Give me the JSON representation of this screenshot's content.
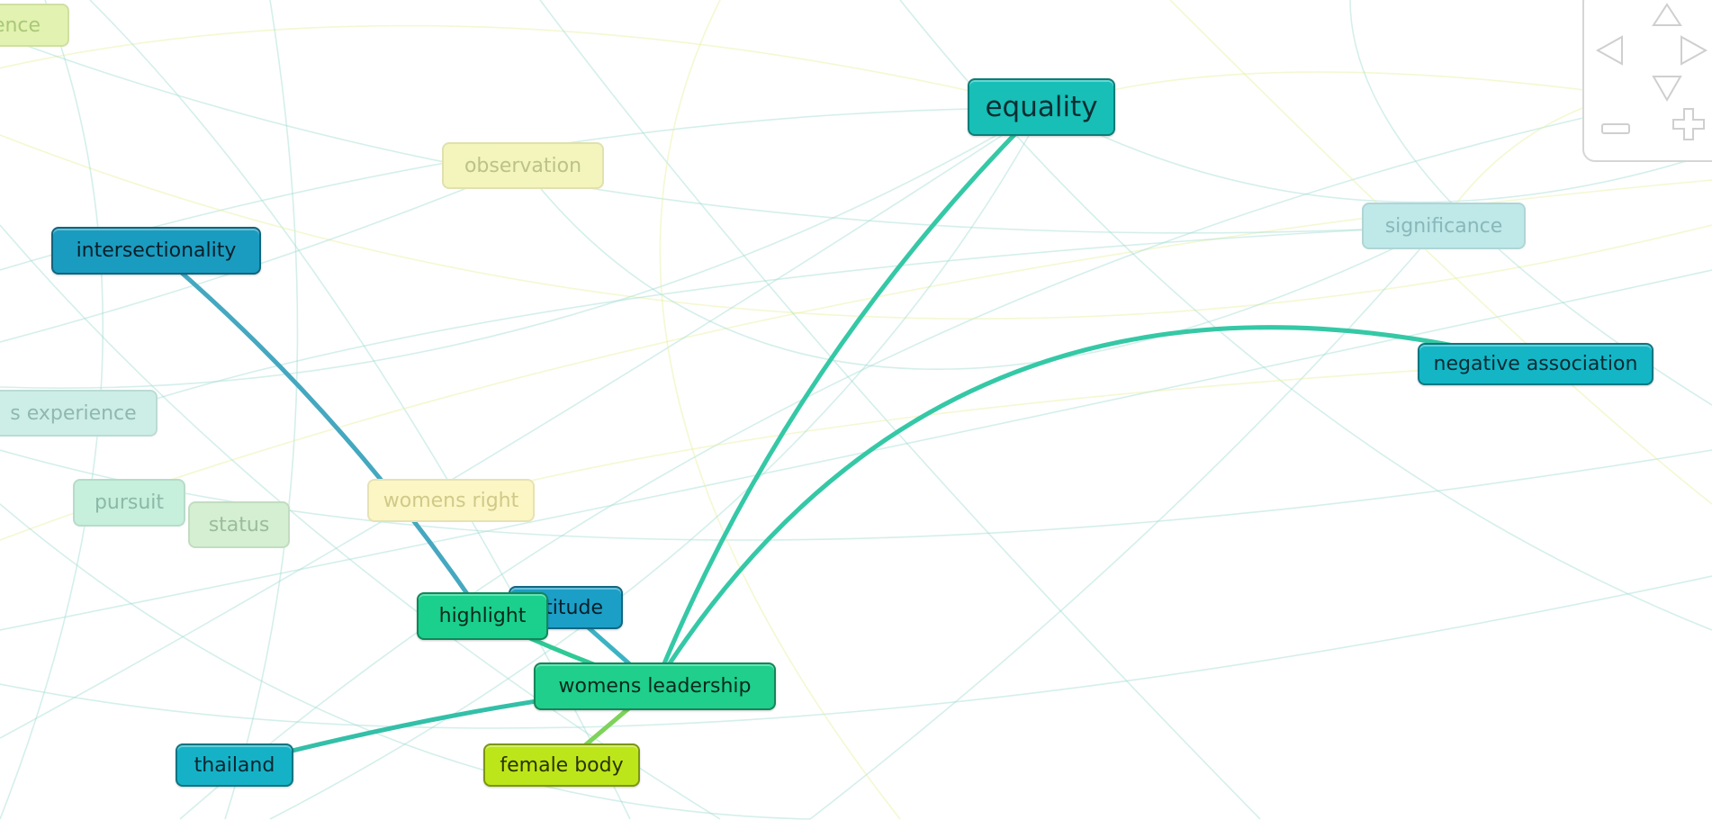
{
  "nodes": [
    {
      "id": "ence",
      "label": "ence",
      "color": "#e2f2b0",
      "text_color": "#a9c878",
      "faded": true
    },
    {
      "id": "observation",
      "label": "observation",
      "color": "#f3f5bd",
      "text_color": "#bcc386",
      "faded": true
    },
    {
      "id": "equality",
      "label": "equality",
      "color": "#17bfb7",
      "text_color": "#0d2e33",
      "faded": false
    },
    {
      "id": "intersectionality",
      "label": "intersectionality",
      "color": "#1a9cc0",
      "text_color": "#0a1f2a",
      "faded": false
    },
    {
      "id": "significance",
      "label": "significance",
      "color": "#bfe8e8",
      "text_color": "#88b8bb",
      "faded": true
    },
    {
      "id": "negative-association",
      "label": "negative association",
      "color": "#14b6c6",
      "text_color": "#0b2b33",
      "faded": false
    },
    {
      "id": "experience",
      "label": "s experience",
      "color": "#cdeee6",
      "text_color": "#8fb8b0",
      "faded": true
    },
    {
      "id": "pursuit",
      "label": "pursuit",
      "color": "#c6efdc",
      "text_color": "#8bb9a8",
      "faded": true
    },
    {
      "id": "status",
      "label": "status",
      "color": "#d4efd2",
      "text_color": "#9bbd9b",
      "faded": true
    },
    {
      "id": "womens-right",
      "label": "womens right",
      "color": "#fbf6c4",
      "text_color": "#d1c988",
      "faded": true
    },
    {
      "id": "attitude",
      "label": "attitude",
      "color": "#1c9fc6",
      "text_color": "#0a1f2a",
      "faded": false
    },
    {
      "id": "highlight",
      "label": "highlight",
      "color": "#1ad08c",
      "text_color": "#0a2a1e",
      "faded": false
    },
    {
      "id": "womens-leadership",
      "label": "womens leadership",
      "color": "#1fcf8b",
      "text_color": "#0a2a1e",
      "faded": false
    },
    {
      "id": "thailand",
      "label": "thailand",
      "color": "#15b2c7",
      "text_color": "#0a2630",
      "faded": false
    },
    {
      "id": "female-body",
      "label": "female body",
      "color": "#bde61a",
      "text_color": "#2a3300",
      "faded": false
    }
  ],
  "strong_links": [
    {
      "from": "equality",
      "to": "womens-leadership",
      "color": "#35c8a6"
    },
    {
      "from": "negative-association",
      "to": "womens-leadership",
      "color": "#35c8a6"
    },
    {
      "from": "intersectionality",
      "to": "highlight",
      "color": "#44a8c0"
    },
    {
      "from": "thailand",
      "to": "womens-leadership",
      "color": "#33bfa8"
    },
    {
      "from": "attitude",
      "to": "womens-leadership",
      "color": "#3cb3c4"
    },
    {
      "from": "highlight",
      "to": "womens-leadership",
      "color": "#2fc996"
    },
    {
      "from": "female-body",
      "to": "womens-leadership",
      "color": "#7ed35a"
    }
  ],
  "colors": {
    "background": "#ffffff",
    "faint_link_teal": "#9fdcd2",
    "faint_link_yellow": "#e7ef9a",
    "nav_icon": "#cfcfcf"
  },
  "nav_controls": [
    {
      "id": "pan-up",
      "icon": "triangle-up-icon"
    },
    {
      "id": "pan-left",
      "icon": "triangle-left-icon"
    },
    {
      "id": "pan-right",
      "icon": "triangle-right-icon"
    },
    {
      "id": "pan-down",
      "icon": "triangle-down-icon"
    },
    {
      "id": "zoom-out",
      "icon": "minus-icon"
    },
    {
      "id": "zoom-in",
      "icon": "plus-icon"
    }
  ]
}
